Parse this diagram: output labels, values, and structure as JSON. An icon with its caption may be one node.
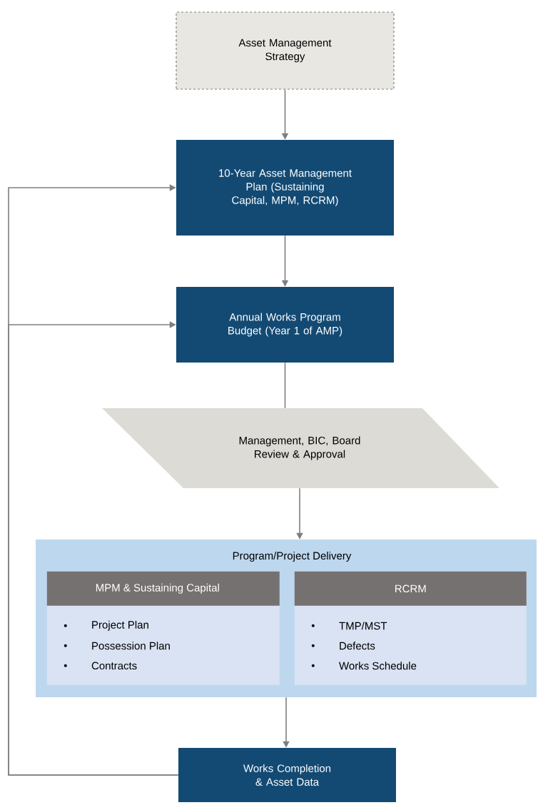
{
  "diagram": {
    "nodes": [
      {
        "text": [
          "Asset Management Strategy"
        ]
      },
      {
        "text": [
          "10-Year Asset Management Plan (Sustaining Capital, MPM, RCRM)"
        ]
      },
      {
        "text": [
          "Annual Works Program Budget (Year 1 of AMP)"
        ]
      },
      {
        "text": [
          "Management, BIC, Board Review & Approval"
        ]
      },
      {
        "text": [
          "Program/Project Delivery"
        ]
      },
      {
        "text": [
          "MPM & Sustaining Capital",
          "Project Plan",
          "Possession Plan",
          "Contracts"
        ],
        "in": 4
      },
      {
        "text": [
          "RCRM",
          "TMP/MST",
          "Defects",
          "Works Schedule"
        ],
        "in": 4
      },
      {
        "text": [
          "Works Completion & Asset Data"
        ]
      }
    ],
    "edges": [
      {
        "from": 0,
        "to": 1,
        "arrow": "to"
      },
      {
        "from": 1,
        "to": 2,
        "arrow": "to"
      },
      {
        "from": 2,
        "to": 3,
        "arrow": "none"
      },
      {
        "from": 3,
        "to": 4,
        "arrow": "to"
      },
      {
        "from": 4,
        "to": 7,
        "arrow": "to"
      },
      {
        "from": 7,
        "to": 1,
        "arrow": "to"
      },
      {
        "from": 7,
        "to": 2,
        "arrow": "to"
      }
    ]
  }
}
